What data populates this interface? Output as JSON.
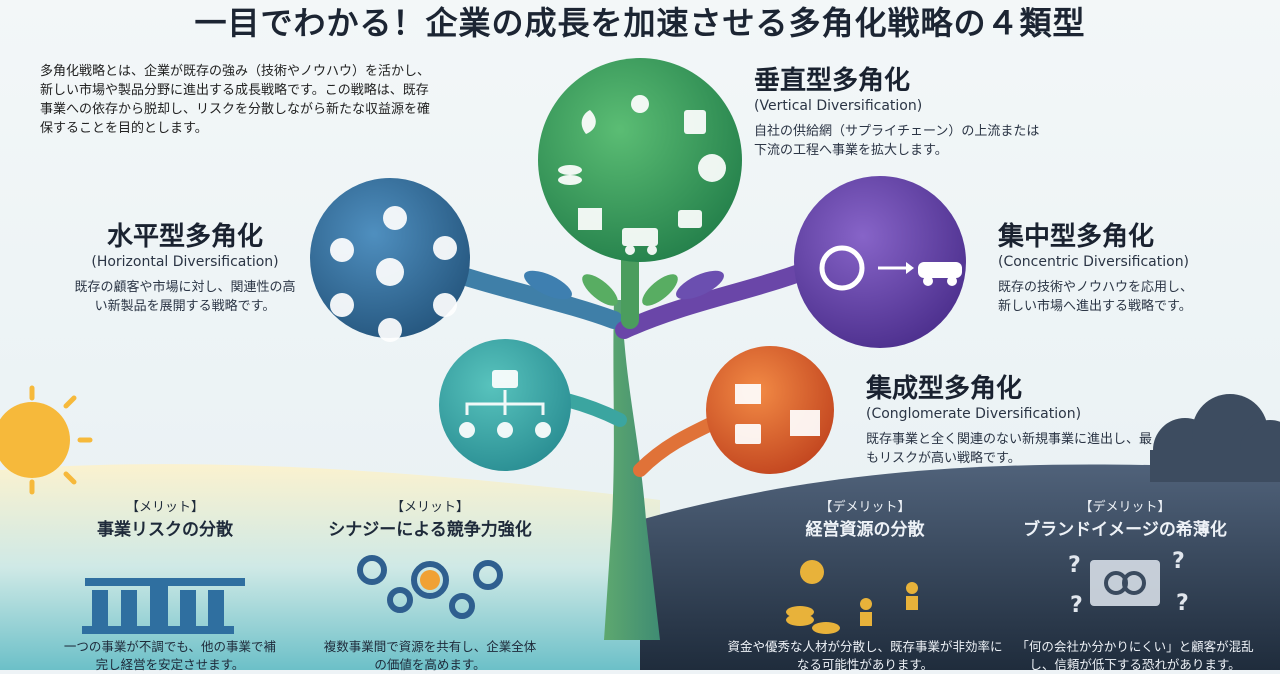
{
  "title": "一目でわかる！企業の成長を加速させる多角化戦略の４類型",
  "intro": "多角化戦略とは、企業が既存の強み（技術やノウハウ）を活かし、新しい市場や製品分野に進出する成長戦略です。この戦略は、既存事業への依存から脱却し、リスクを分散しながら新たな収益源を確保することを目的とします。",
  "vertical": {
    "title": "垂直型多角化",
    "subtitle": "(Vertical Diversification)",
    "desc": "自社の供給網（サプライチェーン）の上流または下流の工程へ事業を拡大します。"
  },
  "horizontal": {
    "title": "水平型多角化",
    "subtitle": "(Horizontal Diversification)",
    "desc": "既存の顧客や市場に対し、関連性の高い新製品を展開する戦略です。"
  },
  "concentric": {
    "title": "集中型多角化",
    "subtitle": "(Concentric Diversification)",
    "desc": "既存の技術やノウハウを応用し、新しい市場へ進出する戦略です。"
  },
  "conglomerate": {
    "title": "集成型多角化",
    "subtitle": "(Conglomerate Diversification)",
    "desc": "既存事業と全く関連のない新規事業に進出し、最もリスクが高い戦略です。"
  },
  "merits": [
    {
      "tag": "【メリット】",
      "title": "事業リスクの分散",
      "desc": "一つの事業が不調でも、他の事業で補完し経営を安定させます。"
    },
    {
      "tag": "【メリット】",
      "title": "シナジーによる競争力強化",
      "desc": "複数事業間で資源を共有し、企業全体の価値を高めます。"
    }
  ],
  "demerits": [
    {
      "tag": "【デメリット】",
      "title": "経営資源の分散",
      "desc": "資金や優秀な人材が分散し、既存事業が非効率になる可能性があります。"
    },
    {
      "tag": "【デメリット】",
      "title": "ブランドイメージの希薄化",
      "desc": "「何の会社か分かりにくい」と顧客が混乱し、信頼が低下する恐れがあります。"
    }
  ],
  "colors": {
    "green": "#3e9b62",
    "blue": "#2f6f9a",
    "purple": "#6a46a8",
    "orange": "#e06a2a",
    "teal": "#2fa6a3",
    "dark": "#2c3a4c"
  },
  "icons": [
    "sun-icon",
    "cloud-icon",
    "pillars-icon",
    "gears-icon",
    "coins-icon",
    "people-icon",
    "link-icon",
    "question-icon",
    "gear-icon",
    "car-icon",
    "factory-icon",
    "cart-icon",
    "truck-icon",
    "recycle-icon"
  ]
}
